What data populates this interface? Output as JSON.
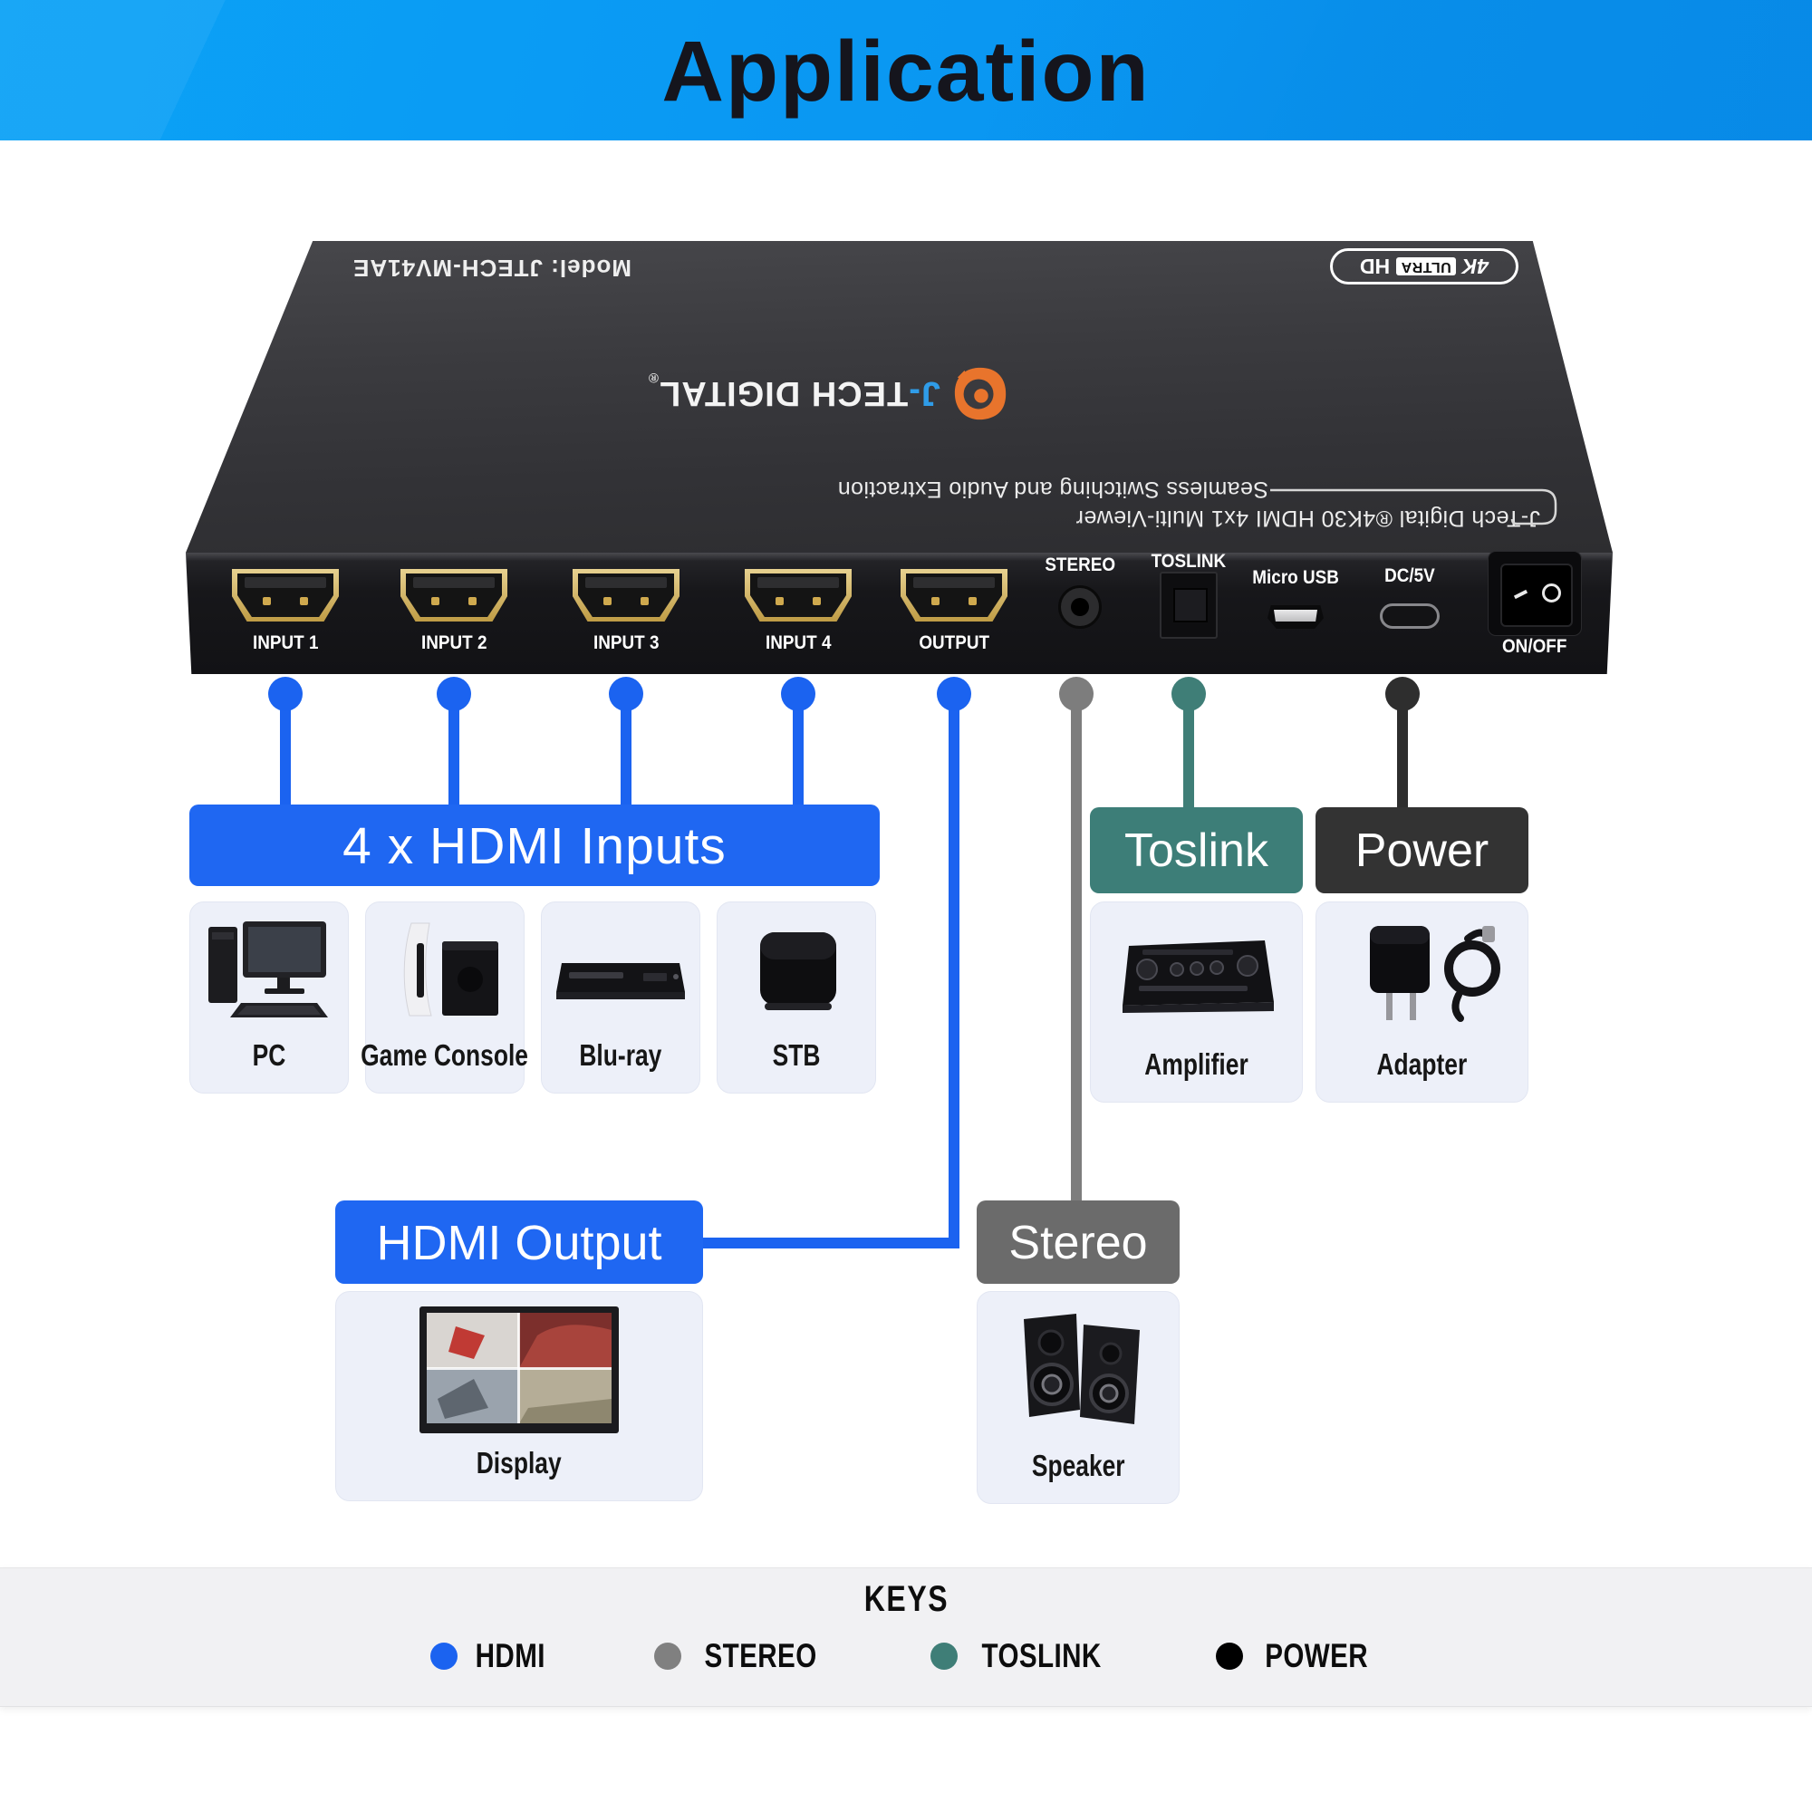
{
  "header": {
    "title": "Application",
    "bg_color": "#0a99f3",
    "title_color": "#15151d"
  },
  "device": {
    "model": "Model: JTECH-MV41AE",
    "badge": {
      "k4": "4K",
      "ultra": "ULTRA",
      "hd": "HD"
    },
    "logo": {
      "blue": "J-",
      "name": "TECH DIGITAL",
      "reg": "®",
      "accent": "#e8742c"
    },
    "tagline": {
      "line1": "J-Tech Digital ®4K30 HDMI 4x1 Multi-Viewer",
      "line2": "Seamless Switching and Audio Extraction"
    },
    "ports": {
      "hdmi": [
        "INPUT 1",
        "INPUT 2",
        "INPUT 3",
        "INPUT 4",
        "OUTPUT"
      ],
      "stereo": "STEREO",
      "toslink": "TOSLINK",
      "micro_usb": "Micro USB",
      "dc": "DC/5V",
      "switch": "ON/OFF"
    }
  },
  "connections": {
    "hdmi": "#1b63f0",
    "stereo": "#7d7d7d",
    "toslink": "#3f7e77",
    "power": "#2e2e2e"
  },
  "groups": {
    "inputs": {
      "title": "4 x HDMI Inputs",
      "color": "#1f67f2",
      "items": [
        {
          "label": "PC"
        },
        {
          "label": "Game Console"
        },
        {
          "label": "Blu-ray"
        },
        {
          "label": "STB"
        }
      ]
    },
    "output": {
      "title": "HDMI Output",
      "color": "#1f67f2",
      "item_label": "Display"
    },
    "stereo": {
      "title": "Stereo",
      "color": "#6b6b6b",
      "item_label": "Speaker"
    },
    "toslink": {
      "title": "Toslink",
      "color": "#3d7e78",
      "item_label": "Amplifier"
    },
    "power": {
      "title": "Power",
      "color": "#333333",
      "item_label": "Adapter"
    }
  },
  "keys": {
    "title": "KEYS",
    "items": [
      {
        "label": "HDMI",
        "color": "#1b63f0"
      },
      {
        "label": "STEREO",
        "color": "#808080"
      },
      {
        "label": "TOSLINK",
        "color": "#3f7e77"
      },
      {
        "label": "POWER",
        "color": "#000000"
      }
    ]
  }
}
